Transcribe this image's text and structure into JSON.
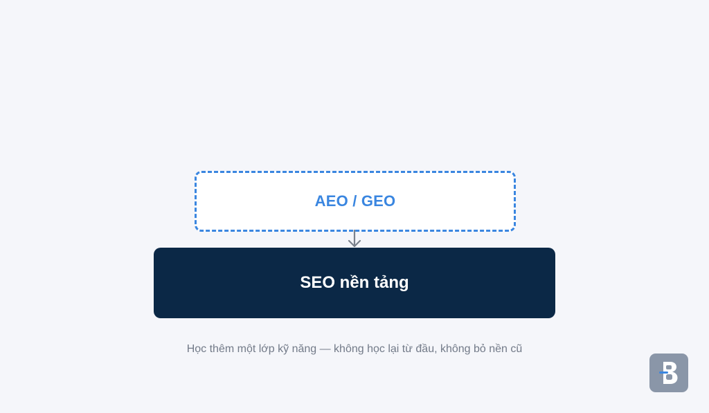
{
  "diagram": {
    "top_layer": {
      "label": "AEO / GEO",
      "border_style": "dashed",
      "color": "#3a86e0"
    },
    "base_layer": {
      "label": "SEO nền tảng",
      "background": "#0b2846",
      "color": "#ffffff"
    },
    "connector": {
      "icon": "arrow-down-icon",
      "color": "#7a818c"
    },
    "caption": "Học thêm một lớp kỹ năng — không học lại từ đầu, không bỏ nền cũ"
  },
  "brand": {
    "icon": "brand-logo-icon",
    "color": "#8a96a8",
    "accent": "#3a86e0"
  }
}
